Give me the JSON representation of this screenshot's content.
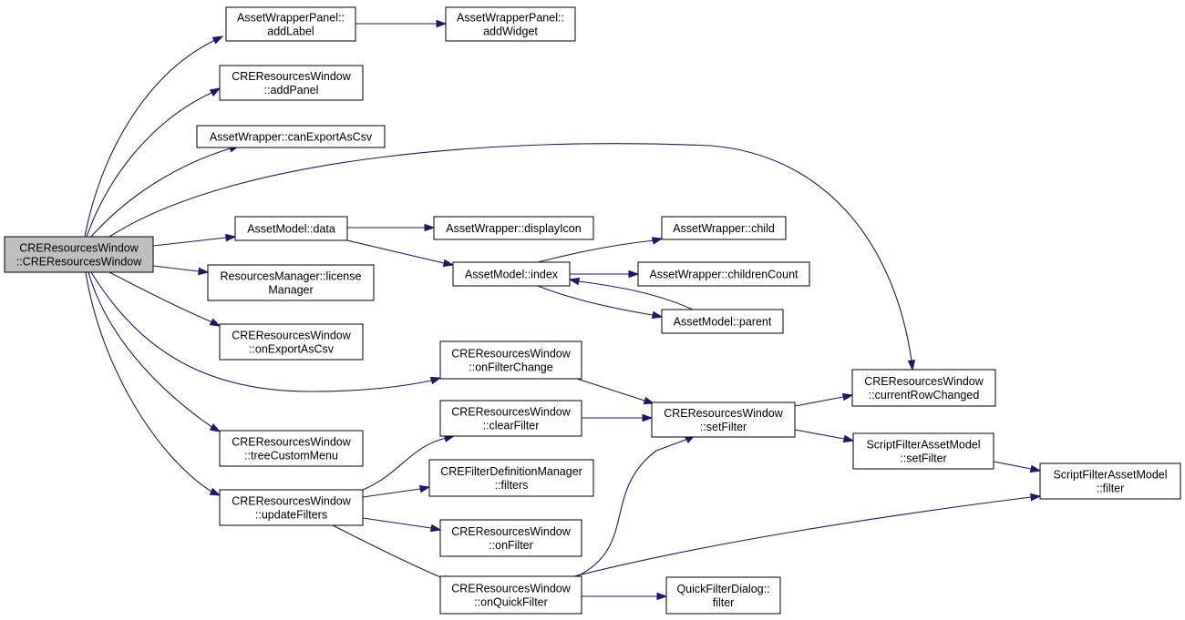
{
  "colors": {
    "edge": "#191970",
    "root_fill": "#bfbfbf",
    "node_fill": "#ffffff",
    "node_stroke": "#000000"
  },
  "nodes": [
    {
      "id": "root",
      "lines": [
        "CREResourcesWindow",
        "::CREResourcesWindow"
      ]
    },
    {
      "id": "awp_addLabel",
      "lines": [
        "AssetWrapperPanel::",
        "addLabel"
      ]
    },
    {
      "id": "awp_addWidget",
      "lines": [
        "AssetWrapperPanel::",
        "addWidget"
      ]
    },
    {
      "id": "crw_addPanel",
      "lines": [
        "CREResourcesWindow",
        "::addPanel"
      ]
    },
    {
      "id": "aw_canExport",
      "lines": [
        "AssetWrapper::canExportAsCsv"
      ]
    },
    {
      "id": "am_data",
      "lines": [
        "AssetModel::data"
      ]
    },
    {
      "id": "aw_displayIcon",
      "lines": [
        "AssetWrapper::displayIcon"
      ]
    },
    {
      "id": "aw_child",
      "lines": [
        "AssetWrapper::child"
      ]
    },
    {
      "id": "am_index",
      "lines": [
        "AssetModel::index"
      ]
    },
    {
      "id": "aw_childrenCount",
      "lines": [
        "AssetWrapper::childrenCount"
      ]
    },
    {
      "id": "am_parent",
      "lines": [
        "AssetModel::parent"
      ]
    },
    {
      "id": "rm_license",
      "lines": [
        "ResourcesManager::license",
        "Manager"
      ]
    },
    {
      "id": "crw_onExport",
      "lines": [
        "CREResourcesWindow",
        "::onExportAsCsv"
      ]
    },
    {
      "id": "crw_onFilterChange",
      "lines": [
        "CREResourcesWindow",
        "::onFilterChange"
      ]
    },
    {
      "id": "crw_currentRow",
      "lines": [
        "CREResourcesWindow",
        "::currentRowChanged"
      ]
    },
    {
      "id": "crw_clearFilter",
      "lines": [
        "CREResourcesWindow",
        "::clearFilter"
      ]
    },
    {
      "id": "crw_setFilter",
      "lines": [
        "CREResourcesWindow",
        "::setFilter"
      ]
    },
    {
      "id": "crw_treeMenu",
      "lines": [
        "CREResourcesWindow",
        "::treeCustomMenu"
      ]
    },
    {
      "id": "sfam_setFilter",
      "lines": [
        "ScriptFilterAssetModel",
        "::setFilter"
      ]
    },
    {
      "id": "sfam_filter",
      "lines": [
        "ScriptFilterAssetModel",
        "::filter"
      ]
    },
    {
      "id": "cfdm_filters",
      "lines": [
        "CREFilterDefinitionManager",
        "::filters"
      ]
    },
    {
      "id": "crw_updateFilters",
      "lines": [
        "CREResourcesWindow",
        "::updateFilters"
      ]
    },
    {
      "id": "crw_onFilter",
      "lines": [
        "CREResourcesWindow",
        "::onFilter"
      ]
    },
    {
      "id": "crw_onQuickFilter",
      "lines": [
        "CREResourcesWindow",
        "::onQuickFilter"
      ]
    },
    {
      "id": "qfd_filter",
      "lines": [
        "QuickFilterDialog::",
        "filter"
      ]
    }
  ],
  "edges": [
    [
      "root",
      "awp_addLabel"
    ],
    [
      "awp_addLabel",
      "awp_addWidget"
    ],
    [
      "root",
      "crw_addPanel"
    ],
    [
      "root",
      "aw_canExport"
    ],
    [
      "root",
      "crw_currentRow"
    ],
    [
      "root",
      "am_data"
    ],
    [
      "am_data",
      "aw_displayIcon"
    ],
    [
      "am_data",
      "am_index"
    ],
    [
      "am_index",
      "aw_child"
    ],
    [
      "am_index",
      "aw_childrenCount"
    ],
    [
      "am_index",
      "am_parent"
    ],
    [
      "am_parent",
      "am_index"
    ],
    [
      "root",
      "rm_license"
    ],
    [
      "root",
      "crw_onExport"
    ],
    [
      "root",
      "crw_onFilterChange"
    ],
    [
      "crw_onFilterChange",
      "crw_setFilter"
    ],
    [
      "root",
      "crw_treeMenu"
    ],
    [
      "root",
      "crw_updateFilters"
    ],
    [
      "crw_updateFilters",
      "crw_clearFilter"
    ],
    [
      "crw_clearFilter",
      "crw_setFilter"
    ],
    [
      "crw_setFilter",
      "crw_currentRow"
    ],
    [
      "crw_setFilter",
      "sfam_setFilter"
    ],
    [
      "sfam_setFilter",
      "sfam_filter"
    ],
    [
      "crw_updateFilters",
      "cfdm_filters"
    ],
    [
      "crw_updateFilters",
      "crw_onFilter"
    ],
    [
      "crw_updateFilters",
      "crw_onQuickFilter"
    ],
    [
      "crw_onQuickFilter",
      "crw_setFilter"
    ],
    [
      "crw_onQuickFilter",
      "sfam_filter"
    ],
    [
      "crw_onQuickFilter",
      "qfd_filter"
    ]
  ]
}
